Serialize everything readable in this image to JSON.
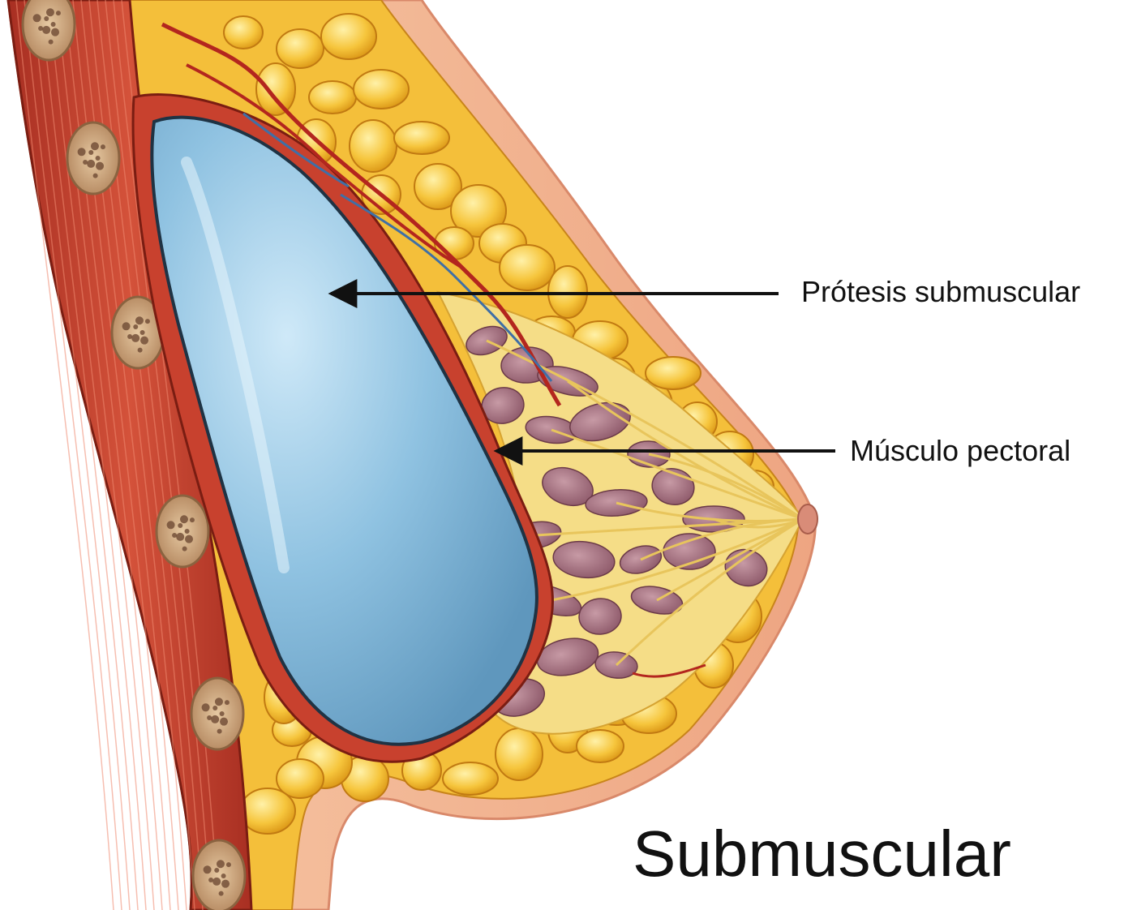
{
  "diagram": {
    "labels": {
      "implant": "Prótesis submuscular",
      "muscle": "Músculo pectoral"
    },
    "caption": "Submuscular"
  },
  "colors": {
    "background": "#ffffff",
    "skin": "#f2b48e",
    "skin_shadow": "#e39a75",
    "muscle": "#c8412e",
    "muscle_dark": "#8e2418",
    "fat": "#f5c23a",
    "fat_light": "#ffe27a",
    "fat_outline": "#d48b17",
    "gland": "#9c6576",
    "gland_light": "#b98894",
    "implant": "#7db5d8",
    "implant_light": "#bfe0f3",
    "implant_edge": "#2f4f66",
    "rib": "#c9a27a",
    "rib_dot": "#6e4a33",
    "artery": "#b3261e",
    "vein": "#3f6fa6",
    "text": "#111111"
  }
}
